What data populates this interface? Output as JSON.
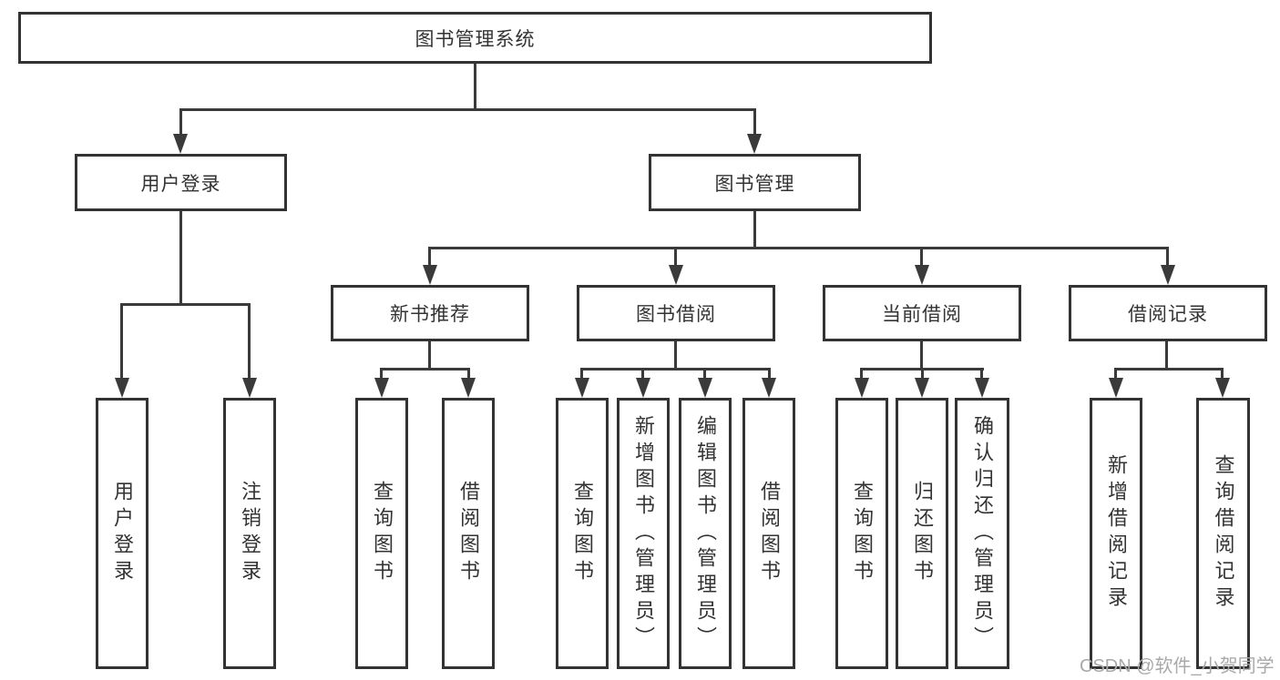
{
  "title": {
    "label": "图书管理系统"
  },
  "level2": {
    "user_login": "用户登录",
    "book_mgmt": "图书管理"
  },
  "level3": {
    "new_book_rec": "新书推荐",
    "book_borrow": "图书借阅",
    "current_borrow": "当前借阅",
    "borrow_record": "借阅记录"
  },
  "leaves": {
    "user_login_1": "用户登录",
    "user_login_2": "注销登录",
    "new_book_1": "查询图书",
    "new_book_2": "借阅图书",
    "borrow_1": "查询图书",
    "borrow_2": "新增图书（管理员）",
    "borrow_3": "编辑图书（管理员）",
    "borrow_4": "借阅图书",
    "current_1": "查询图书",
    "current_2": "归还图书",
    "current_3": "确认归还（管理员）",
    "record_1": "新增借阅记录",
    "record_2": "查询借阅记录"
  },
  "watermark": {
    "text": "CSDN @软件_小贺同学"
  },
  "colors": {
    "line": "#3a3a3a",
    "text": "#333333",
    "box_border": "#333333",
    "watermark": "#a9a9a9",
    "background": "#ffffff"
  }
}
